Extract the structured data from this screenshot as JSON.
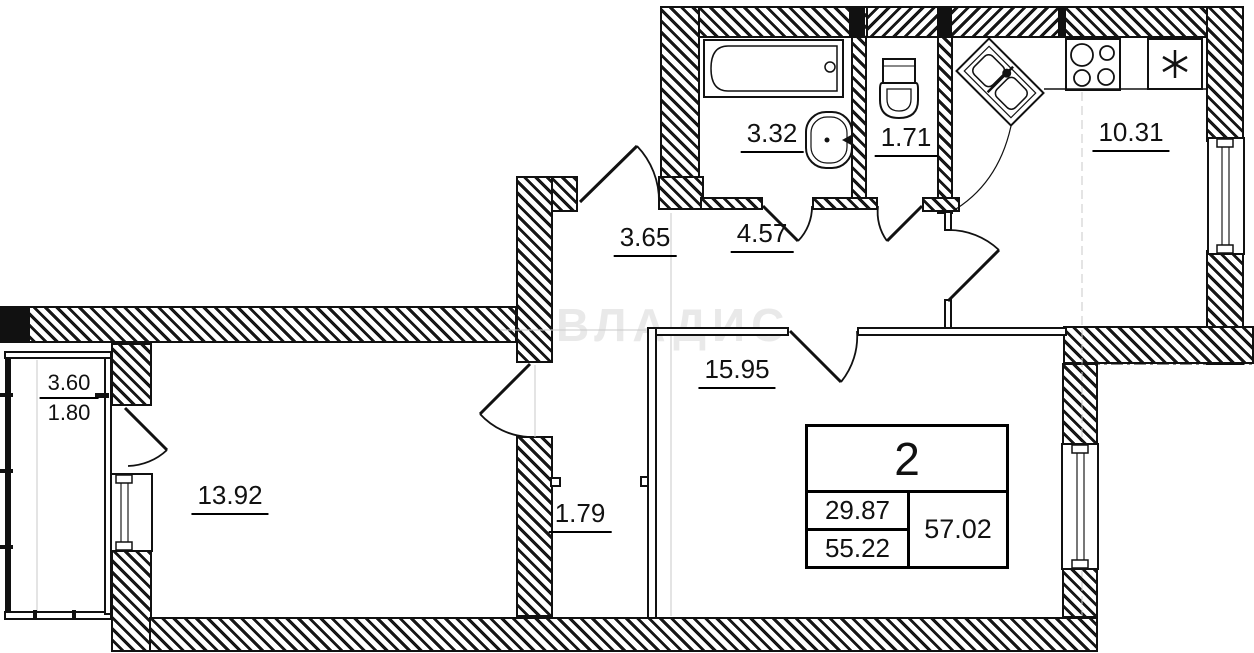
{
  "watermark": "ВЛАДИС",
  "areas": {
    "bathroom": "3.32",
    "wc": "1.71",
    "kitchen": "10.31",
    "hall": "3.65",
    "corridor": "4.57",
    "living": "15.95",
    "bedroom": "13.92",
    "closet": "1.79",
    "balcony_full": "3.60",
    "balcony_reduced": "1.80"
  },
  "info_table": {
    "rooms_count": "2",
    "living_area": "29.87",
    "floor_area": "55.22",
    "total_area": "57.02"
  }
}
